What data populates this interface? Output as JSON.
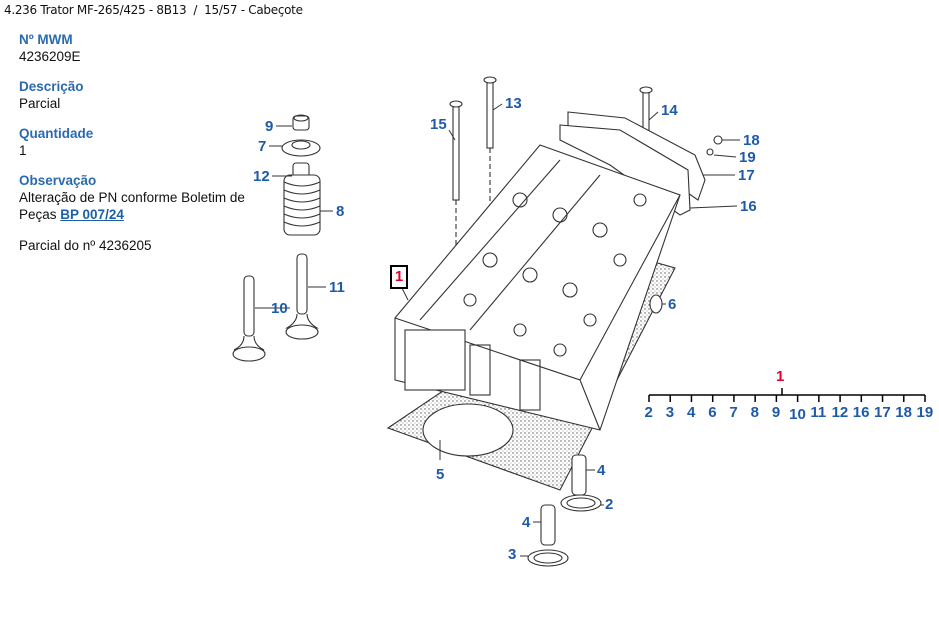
{
  "header": {
    "breadcrumb": "4.236 Trator MF-265/425 - 8B13  /  15/57 - Cabeçote"
  },
  "details": {
    "mwm_label": "Nº MWM",
    "mwm_value": "4236209E",
    "description_label": "Descrição",
    "description_value": "Parcial",
    "quantity_label": "Quantidade",
    "quantity_value": "1",
    "observation_label": "Observação",
    "observation_text": "Alteração de PN conforme Boletim de Peças ",
    "observation_link": "BP 007/24",
    "note": "Parcial do nº 4236205"
  },
  "diagram": {
    "selected_callout": "1",
    "callouts": [
      "9",
      "7",
      "12",
      "8",
      "10",
      "11",
      "15",
      "13",
      "14",
      "18",
      "19",
      "17",
      "16",
      "6",
      "5",
      "4",
      "2",
      "4",
      "3"
    ],
    "colors": {
      "callout": "#1f5aa8",
      "selected": "#e4002b",
      "label": "#2a6ab0"
    }
  },
  "tree": {
    "root": "1",
    "children": [
      "2",
      "3",
      "4",
      "6",
      "7",
      "8",
      "9",
      "10",
      "11",
      "12",
      "16",
      "17",
      "18",
      "19"
    ]
  }
}
